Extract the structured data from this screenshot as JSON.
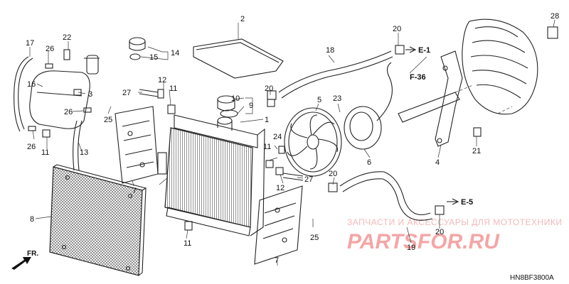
{
  "callouts": [
    {
      "id": "c1",
      "text": "1"
    },
    {
      "id": "c2",
      "text": "2"
    },
    {
      "id": "c3",
      "text": "3"
    },
    {
      "id": "c4",
      "text": "4"
    },
    {
      "id": "c5",
      "text": "5"
    },
    {
      "id": "c6",
      "text": "6"
    },
    {
      "id": "c7a",
      "text": "7"
    },
    {
      "id": "c7b",
      "text": "7"
    },
    {
      "id": "c8",
      "text": "8"
    },
    {
      "id": "c9",
      "text": "9"
    },
    {
      "id": "c10",
      "text": "10"
    },
    {
      "id": "c11a",
      "text": "11"
    },
    {
      "id": "c11b",
      "text": "11"
    },
    {
      "id": "c11c",
      "text": "11"
    },
    {
      "id": "c11d",
      "text": "11"
    },
    {
      "id": "c12a",
      "text": "12"
    },
    {
      "id": "c12b",
      "text": "12"
    },
    {
      "id": "c13",
      "text": "13"
    },
    {
      "id": "c14",
      "text": "14"
    },
    {
      "id": "c15",
      "text": "15"
    },
    {
      "id": "c16",
      "text": "16"
    },
    {
      "id": "c17",
      "text": "17"
    },
    {
      "id": "c18",
      "text": "18"
    },
    {
      "id": "c19",
      "text": "19"
    },
    {
      "id": "c20a",
      "text": "20"
    },
    {
      "id": "c20b",
      "text": "20"
    },
    {
      "id": "c20c",
      "text": "20"
    },
    {
      "id": "c20d",
      "text": "20"
    },
    {
      "id": "c21",
      "text": "21"
    },
    {
      "id": "c22",
      "text": "22"
    },
    {
      "id": "c23",
      "text": "23"
    },
    {
      "id": "c24",
      "text": "24"
    },
    {
      "id": "c25a",
      "text": "25"
    },
    {
      "id": "c25b",
      "text": "25"
    },
    {
      "id": "c26a",
      "text": "26"
    },
    {
      "id": "c26b",
      "text": "26"
    },
    {
      "id": "c26c",
      "text": "26"
    },
    {
      "id": "c27a",
      "text": "27"
    },
    {
      "id": "c27b",
      "text": "27"
    },
    {
      "id": "c28",
      "text": "28"
    }
  ],
  "references": [
    {
      "id": "e1",
      "text": "E-1"
    },
    {
      "id": "f36",
      "text": "F-36"
    },
    {
      "id": "e5",
      "text": "E-5"
    }
  ],
  "watermark": {
    "line1": "ЗАПЧАСТИ И АКСЕССУАРЫ ДЛЯ МОТОТЕХНИКИ",
    "line2": "PARTSFOR.RU"
  },
  "diagram_code": "HN8BF3800A",
  "direction_label": "FR.",
  "colors": {
    "line": "#222222",
    "watermark": "#f4a6a6"
  }
}
